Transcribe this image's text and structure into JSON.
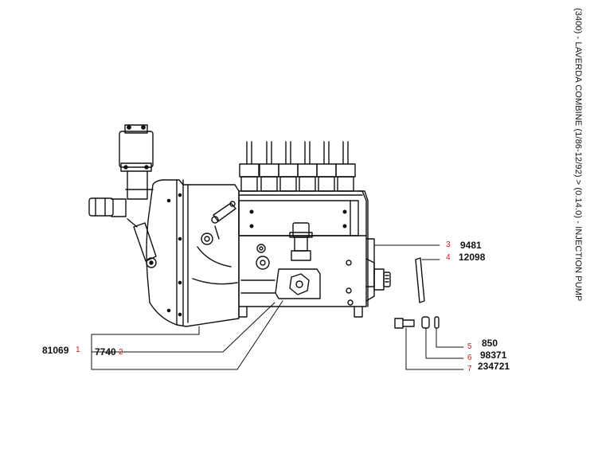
{
  "title": "(3400) - LAVERDA COMBINE (1/86-12/92) > (0.14.0) - INJECTION PUMP",
  "colors": {
    "line": "#111111",
    "callout": "#d01818"
  },
  "parts": [
    {
      "callout": "1",
      "part_number": "81069"
    },
    {
      "callout": "2",
      "part_number": "7740"
    },
    {
      "callout": "3",
      "part_number": "9481"
    },
    {
      "callout": "4",
      "part_number": "12098"
    },
    {
      "callout": "5",
      "part_number": "850"
    },
    {
      "callout": "6",
      "part_number": "98371"
    },
    {
      "callout": "7",
      "part_number": "234721"
    }
  ]
}
